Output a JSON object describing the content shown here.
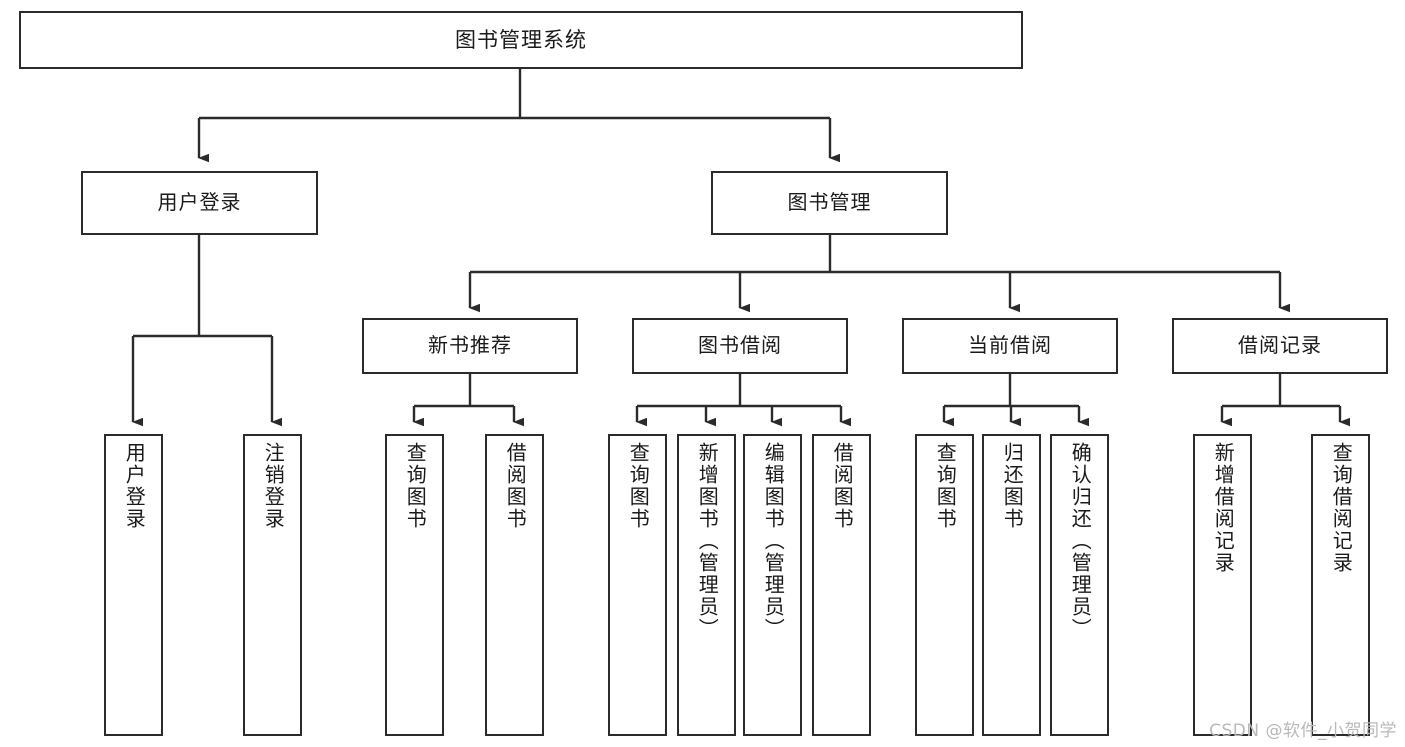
{
  "diagram": {
    "title": "图书管理系统",
    "type": "tree",
    "watermark": "CSDN @软件_小贺同学",
    "colors": {
      "box_border": "#2b2b2b",
      "box_fill": "#ffffff",
      "line": "#2b2b2b",
      "text": "#1a1a1a",
      "watermark": "#b9b9b9"
    },
    "root": {
      "label": "图书管理系统"
    },
    "level2": [
      {
        "label": "用户登录"
      },
      {
        "label": "图书管理"
      }
    ],
    "level3": [
      {
        "label": "新书推荐"
      },
      {
        "label": "图书借阅"
      },
      {
        "label": "当前借阅"
      },
      {
        "label": "借阅记录"
      }
    ],
    "leaves": {
      "user_login": [
        {
          "label": "用户登录"
        },
        {
          "label": "注销登录"
        }
      ],
      "new_book_recommend": [
        {
          "label": "查询图书"
        },
        {
          "label": "借阅图书"
        }
      ],
      "book_borrow": [
        {
          "label": "查询图书"
        },
        {
          "label": "新增图书（管理员）"
        },
        {
          "label": "编辑图书（管理员）"
        },
        {
          "label": "借阅图书"
        }
      ],
      "current_borrow": [
        {
          "label": "查询图书"
        },
        {
          "label": "归还图书"
        },
        {
          "label": "确认归还（管理员）"
        }
      ],
      "borrow_record": [
        {
          "label": "新增借阅记录"
        },
        {
          "label": "查询借阅记录"
        }
      ]
    }
  }
}
